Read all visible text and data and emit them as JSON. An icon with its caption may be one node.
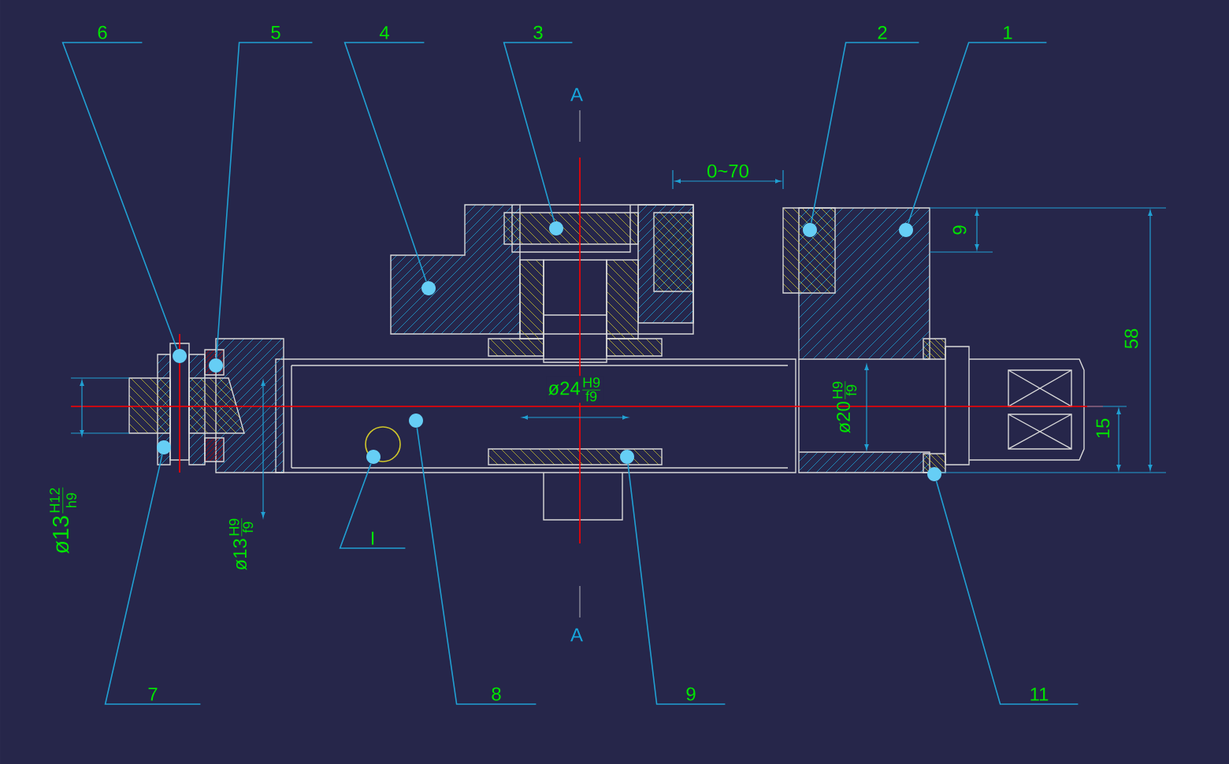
{
  "diagram": {
    "nodes": [
      {
        "text": [
          "6"
        ]
      },
      {
        "text": [
          "5"
        ]
      },
      {
        "text": [
          "4"
        ]
      },
      {
        "text": [
          "3"
        ]
      },
      {
        "text": [
          "2"
        ]
      },
      {
        "text": [
          "1"
        ]
      },
      {
        "text": [
          "I"
        ]
      },
      {
        "text": [
          "7"
        ]
      },
      {
        "text": [
          "8"
        ]
      },
      {
        "text": [
          "9"
        ]
      },
      {
        "text": [
          "11"
        ]
      },
      {
        "text": [],
        "shape": "circle"
      },
      {
        "text": [],
        "shape": "circle"
      },
      {
        "text": [],
        "shape": "circle"
      },
      {
        "text": [],
        "shape": "circle"
      },
      {
        "text": [],
        "shape": "circle"
      },
      {
        "text": [],
        "shape": "circle"
      },
      {
        "text": [],
        "shape": "circle"
      },
      {
        "text": [],
        "shape": "circle"
      },
      {
        "text": [],
        "shape": "circle"
      },
      {
        "text": [],
        "shape": "circle"
      },
      {
        "text": [],
        "shape": "circle"
      }
    ],
    "edges": [
      {
        "from": 0,
        "to": 12,
        "arrow": "none"
      },
      {
        "from": 1,
        "to": 13,
        "arrow": "none"
      },
      {
        "from": 2,
        "to": 16,
        "arrow": "none"
      },
      {
        "from": 3,
        "to": 17,
        "arrow": "none"
      },
      {
        "from": 4,
        "to": 19,
        "arrow": "none"
      },
      {
        "from": 5,
        "to": 20,
        "arrow": "none"
      },
      {
        "from": 6,
        "to": 14,
        "arrow": "none"
      },
      {
        "from": 7,
        "to": 11,
        "arrow": "none"
      },
      {
        "from": 8,
        "to": 15,
        "arrow": "none"
      },
      {
        "from": 9,
        "to": 18,
        "arrow": "none"
      },
      {
        "from": 10,
        "to": 21,
        "arrow": "none"
      }
    ],
    "labels": [
      "A",
      "0~70",
      "9",
      "58",
      "ø24",
      "H9",
      "f9",
      "ø20",
      "H9",
      "f9",
      "15",
      "ø13",
      "H12",
      "h9",
      "ø13",
      "H9",
      "f9",
      "A"
    ]
  }
}
